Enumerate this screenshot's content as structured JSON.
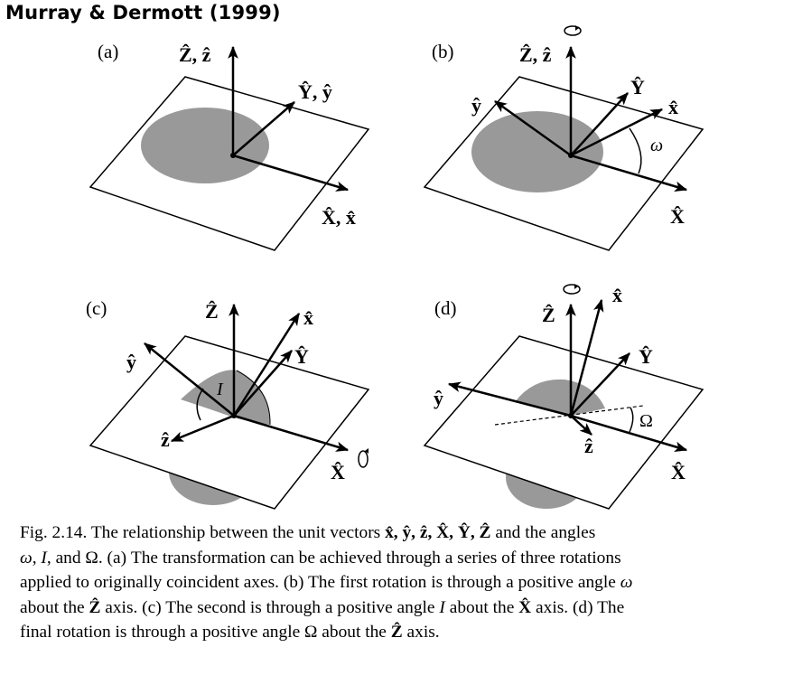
{
  "header": {
    "title": "Murray & Dermott (1999)"
  },
  "panels": {
    "a": {
      "label": "(a)",
      "z_label": "Ẑ, ẑ",
      "y_label": "Ŷ, ŷ",
      "x_label": "X̂, x̂"
    },
    "b": {
      "label": "(b)",
      "z_label": "Ẑ, ẑ",
      "y_small": "ŷ",
      "Y_big": "Ŷ",
      "x_small": "x̂",
      "X_big": "X̂",
      "omega": "ω"
    },
    "c": {
      "label": "(c)",
      "Z_big": "Ẑ",
      "y_small": "ŷ",
      "x_small": "x̂",
      "Y_big": "Ŷ",
      "z_small": "ẑ",
      "X_big": "X̂",
      "incl": "I"
    },
    "d": {
      "label": "(d)",
      "Z_big": "Ẑ",
      "x_small": "x̂",
      "Y_big": "Ŷ",
      "y_small": "ŷ",
      "z_small": "ẑ",
      "X_big": "X̂",
      "node": "Ω"
    }
  },
  "caption": {
    "l1_a": "Fig. 2.14.   The relationship between the unit vectors ",
    "l1_vecs": "x̂, ŷ, ẑ, X̂, Ŷ, Ẑ",
    "l1_b": " and the angles",
    "l2_omega": "ω",
    "l2_a": ", ",
    "l2_I": "I",
    "l2_b": ", and Ω. (a) The transformation can be achieved through a series of three rotations",
    "l3": "applied to originally coincident axes. (b) The first rotation is through a positive angle ",
    "l3_omega": "ω",
    "l4_a": "about the ",
    "l4_Z": "Ẑ",
    "l4_b": " axis. (c) The second is through a positive angle ",
    "l4_I": "I",
    "l4_c": " about the ",
    "l4_X": "X̂",
    "l4_d": " axis. (d) The",
    "l5_a": "final rotation is through a positive angle Ω about the ",
    "l5_Z": "Ẑ",
    "l5_b": " axis."
  }
}
